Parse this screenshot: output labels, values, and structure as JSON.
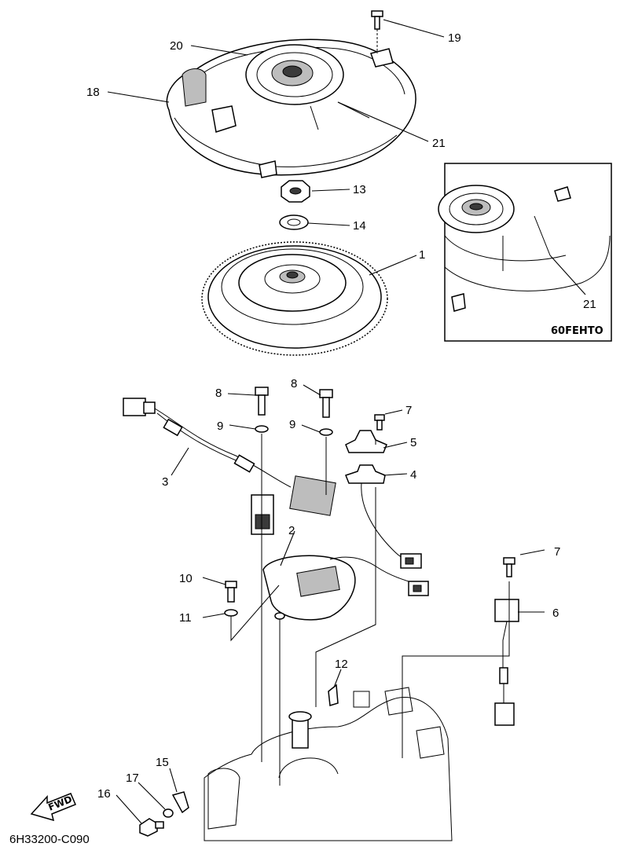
{
  "callouts": {
    "c1": "1",
    "c2": "2",
    "c3": "3",
    "c4": "4",
    "c5": "5",
    "c6": "6",
    "c7a": "7",
    "c7b": "7",
    "c8a": "8",
    "c8b": "8",
    "c9a": "9",
    "c9b": "9",
    "c10": "10",
    "c11": "11",
    "c12": "12",
    "c13": "13",
    "c14": "14",
    "c15": "15",
    "c16": "16",
    "c17": "17",
    "c18": "18",
    "c19": "19",
    "c20": "20",
    "c21a": "21",
    "c21b": "21"
  },
  "inset": {
    "model_code": "60FEHTO"
  },
  "fwd_label": "FWD",
  "drawing_code": "6H33200-C090"
}
